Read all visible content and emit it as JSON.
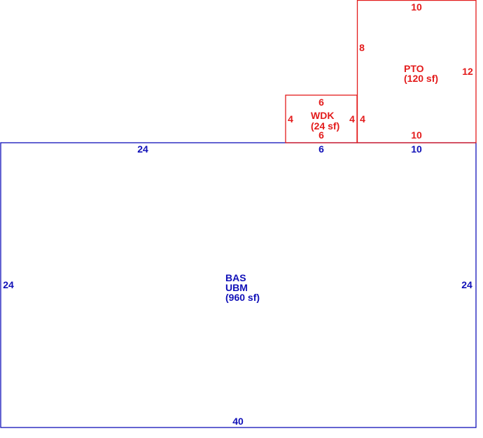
{
  "colors": {
    "bas": "#1010b8",
    "addon": "#e31b1b",
    "background": "#ffffff"
  },
  "bas": {
    "code1": "BAS",
    "code2": "UBM",
    "area": "(960 sf)",
    "dim_top_left": "24",
    "dim_top_mid": "6",
    "dim_top_right": "10",
    "dim_left": "24",
    "dim_right": "24",
    "dim_bottom": "40"
  },
  "wdk": {
    "code": "WDK",
    "area": "(24 sf)",
    "dim_top": "6",
    "dim_bottom": "6",
    "dim_left": "4",
    "dim_right": "4"
  },
  "pto": {
    "code": "PTO",
    "area": "(120 sf)",
    "dim_top": "10",
    "dim_bottom": "10",
    "dim_left_upper": "8",
    "dim_left_lower": "4",
    "dim_right": "12"
  }
}
